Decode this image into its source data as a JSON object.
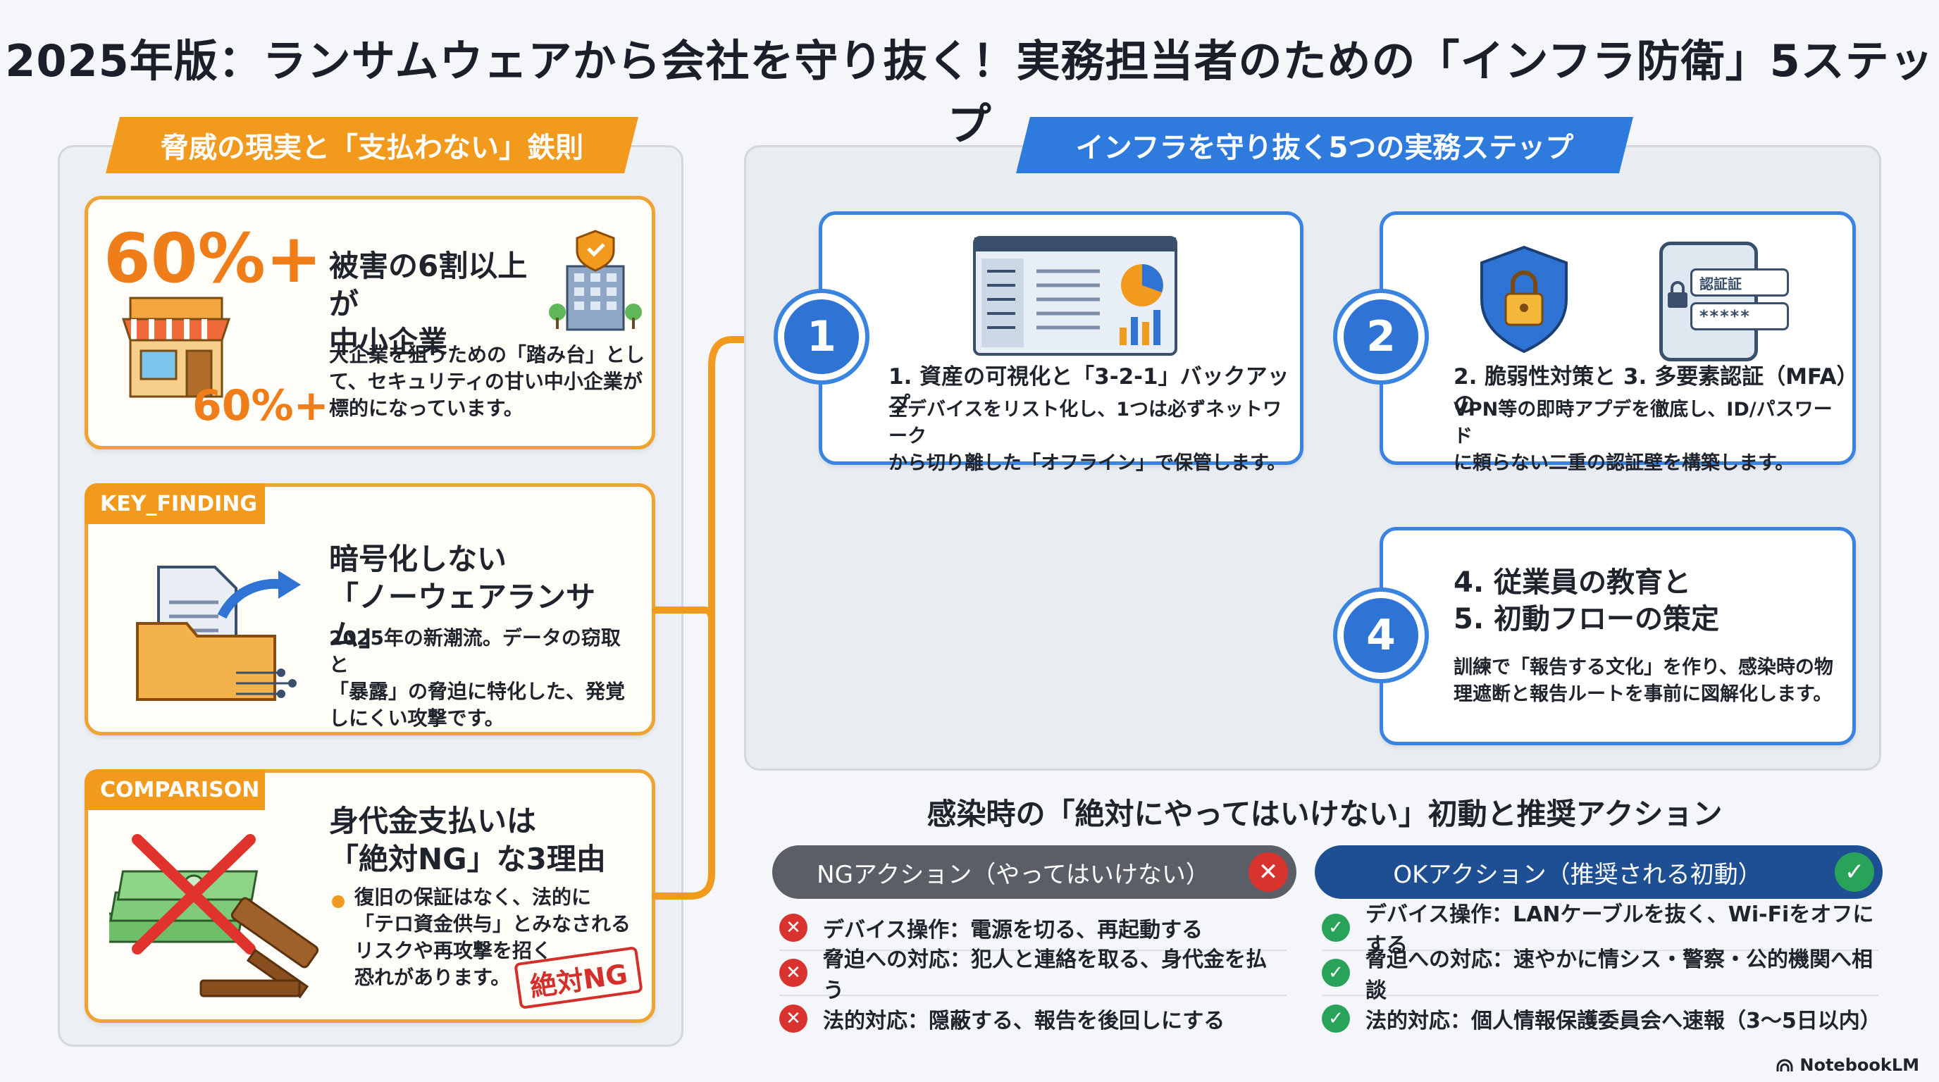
{
  "title": "2025年版：ランサムウェアから会社を守り抜く！実務担当者のための「インフラ防衛」5ステップ",
  "left": {
    "header": "脅威の現実と「支払わない」鉄則",
    "card1": {
      "big_stat": "60%+",
      "small_stat": "60%+",
      "heading_line1": "被害の6割以上が",
      "heading_line2": "中小企業",
      "body_line1": "大企業を狙うための「踏み台」とし",
      "body_line2": "て、セキュリティの甘い中小企業が",
      "body_line3": "標的になっています。"
    },
    "card2": {
      "tag": "KEY_FINDING",
      "heading_line1": "暗号化しない",
      "heading_line2": "「ノーウェアランサム」",
      "body_line1": "2025年の新潮流。データの窃取と",
      "body_line2": "「暴露」の脅迫に特化した、発覚",
      "body_line3": "しにくい攻撃です。"
    },
    "card3": {
      "tag": "COMPARISON",
      "heading_line1": "身代金支払いは",
      "heading_line2": "「絶対NG」な3理由",
      "body_line1": "復旧の保証はなく、法的に",
      "body_line2": "「テロ資金供与」とみなされる",
      "body_line3": "リスクや再攻撃を招く",
      "body_line4": "恐れがあります。",
      "stamp": "絶対NG"
    }
  },
  "right": {
    "header": "インフラを守り抜く5つの実務ステップ",
    "step1": {
      "number": "1",
      "title": "1. 資産の可視化と「3-2-1」バックアップ",
      "body_line1": "全デバイスをリスト化し、1つは必ずネットワーク",
      "body_line2": "から切り離した「オフライン」で保管します。"
    },
    "step2": {
      "number": "2",
      "title": "2. 脆弱性対策と 3. 多要素認証（MFA）の",
      "body_line1": "VPN等の即時アプデを徹底し、ID/パスワード",
      "body_line2": "に頼らない二重の認証壁を構築します。",
      "phone_label": "認証証",
      "phone_pass": "*****"
    },
    "step4": {
      "number": "4",
      "title_line1": "4. 従業員の教育と",
      "title_line2": "5. 初動フローの策定",
      "body_line1": "訓練で「報告する文化」を作り、感染時の物",
      "body_line2": "理遮断と報告ルートを事前に図解化します。"
    }
  },
  "bottom": {
    "title": "感染時の「絶対にやってはいけない」初動と推奨アクション",
    "ng_header": "NGアクション（やってはいけない）",
    "ok_header": "OKアクション（推奨される初動）",
    "ng_items": [
      "デバイス操作：電源を切る、再起動する",
      "脅迫への対応：犯人と連絡を取る、身代金を払う",
      "法的対応：隠蔽する、報告を後回しにする"
    ],
    "ok_items": [
      "デバイス操作：LANケーブルを抜く、Wi-Fiをオフにする",
      "脅迫への対応：速やかに情シス・警察・公的機関へ相談",
      "法的対応：個人情報保護委員会へ速報（3〜5日以内）"
    ]
  },
  "footer": "NotebookLM",
  "colors": {
    "orange": "#f29a1e",
    "blue": "#2f7bdd",
    "ng_red": "#d9332f",
    "ok_green": "#2aa35a"
  }
}
